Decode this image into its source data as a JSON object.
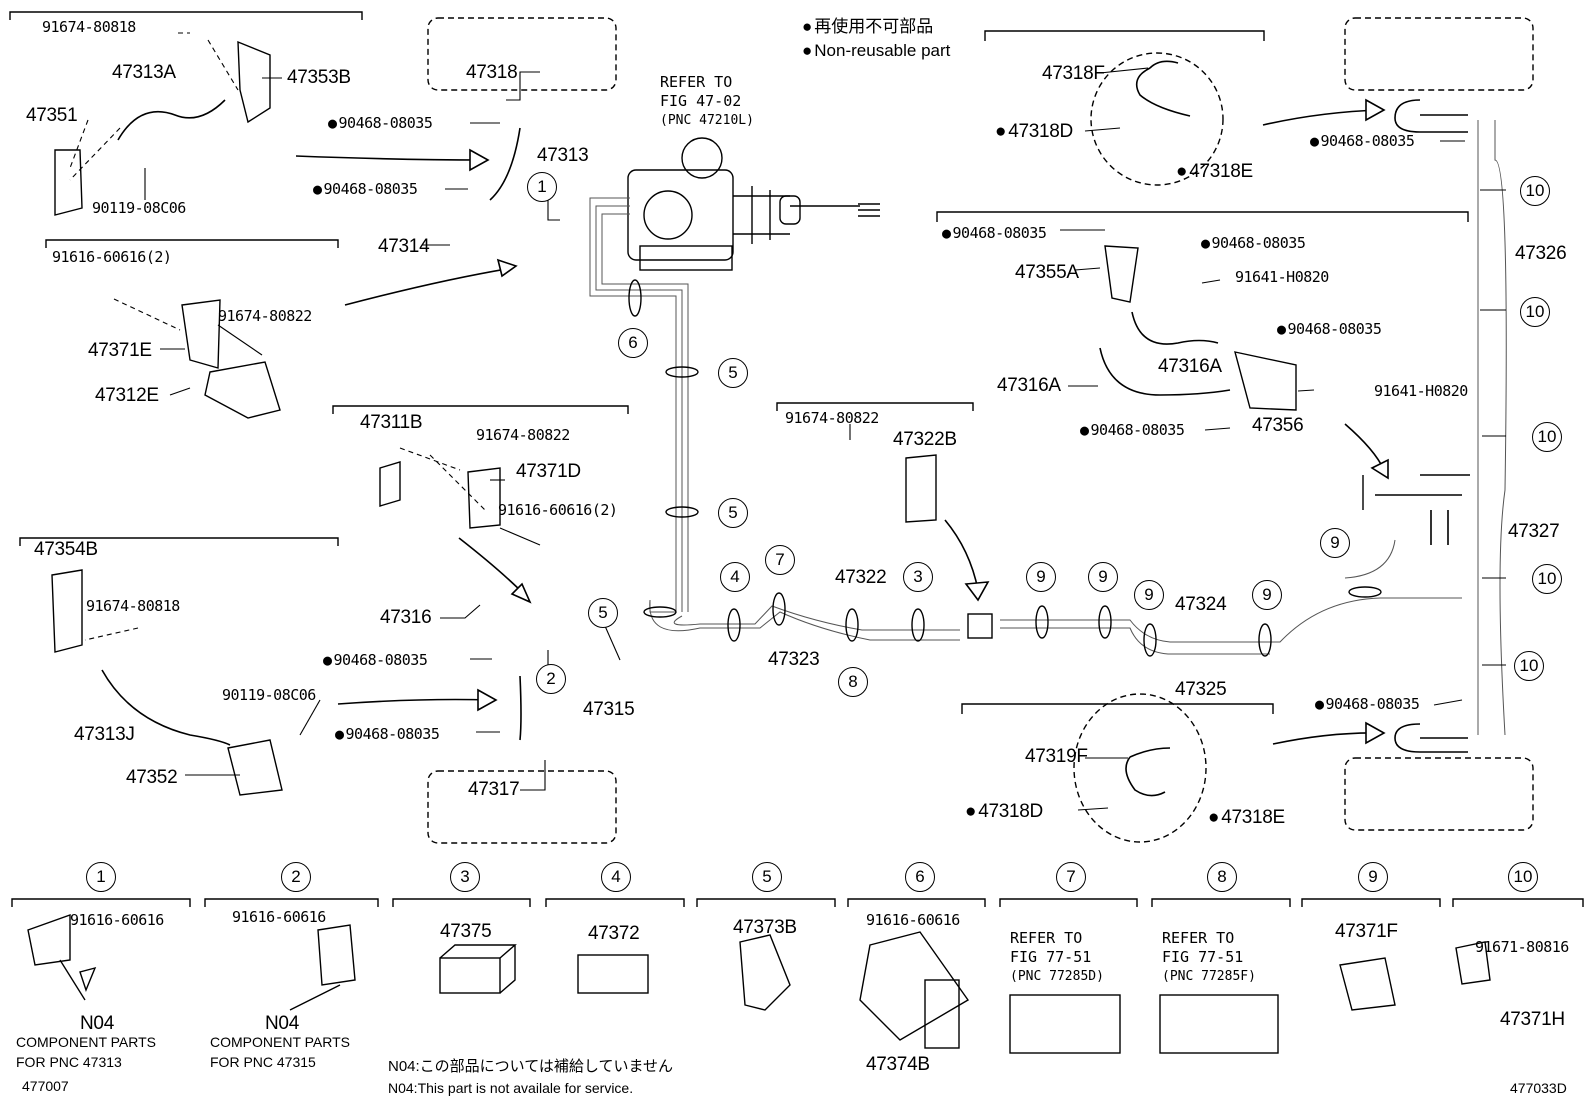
{
  "legend": {
    "japanese": "再使用不可部品",
    "english": "Non-reusable part"
  },
  "refer_fig_47_02": {
    "line1": "REFER TO",
    "line2": "FIG 47-02",
    "line3": "(PNC 47210L)"
  },
  "refer_fig_77_51_d": {
    "line1": "REFER TO",
    "line2": "FIG 77-51",
    "line3": "(PNC 77285D)"
  },
  "refer_fig_77_51_f": {
    "line1": "REFER TO",
    "line2": "FIG 77-51",
    "line3": "(PNC 77285F)"
  },
  "parts": {
    "p91674_80818_a": "91674-80818",
    "p47353B": "47353B",
    "p47313A": "47313A",
    "p47351": "47351",
    "p90119_08C06_a": "90119-08C06",
    "p47318": "47318",
    "p90468_a": "90468-08035",
    "p90468_b": "90468-08035",
    "p47313": "47313",
    "p47314": "47314",
    "p91616_60616_2a": "91616-60616(2)",
    "p91674_80822_a": "91674-80822",
    "p47371E": "47371E",
    "p47312E": "47312E",
    "p47311B": "47311B",
    "p91674_80822_b": "91674-80822",
    "p47371D": "47371D",
    "p91616_60616_2b": "91616-60616(2)",
    "p47354B": "47354B",
    "p91674_80818_b": "91674-80818",
    "p47316": "47316",
    "p90468_c": "90468-08035",
    "p90119_08C06_b": "90119-08C06",
    "p47313J": "47313J",
    "p90468_d": "90468-08035",
    "p47352": "47352",
    "p47317": "47317",
    "p47315": "47315",
    "p47318F": "47318F",
    "p47318D_a": "47318D",
    "p47318E_a": "47318E",
    "p90468_e": "90468-08035",
    "p47326": "47326",
    "p90468_f": "90468-08035",
    "p90468_g": "90468-08035",
    "p47355A": "47355A",
    "p91641_H0820_a": "91641-H0820",
    "p90468_h": "90468-08035",
    "p47316A_a": "47316A",
    "p47316A_b": "47316A",
    "p91641_H0820_b": "91641-H0820",
    "p90468_i": "90468-08035",
    "p47356": "47356",
    "p91674_80822_c": "91674-80822",
    "p47322B": "47322B",
    "p47322": "47322",
    "p47323": "47323",
    "p47324": "47324",
    "p47325": "47325",
    "p47327": "47327",
    "p90468_j": "90468-08035",
    "p47319F": "47319F",
    "p47318D_b": "47318D",
    "p47318E_b": "47318E"
  },
  "callouts": {
    "c1": "1",
    "c2": "2",
    "c3": "3",
    "c4": "4",
    "c5": "5",
    "c6": "6",
    "c7": "7",
    "c8": "8",
    "c9": "9",
    "c10": "10"
  },
  "bottom": {
    "b1_num": "1",
    "b1_part": "91616-60616",
    "b1_code": "N04",
    "b1_note1": "COMPONENT PARTS",
    "b1_note2": "FOR PNC 47313",
    "b2_num": "2",
    "b2_part": "91616-60616",
    "b2_code": "N04",
    "b2_note1": "COMPONENT PARTS",
    "b2_note2": "FOR PNC 47315",
    "b3_num": "3",
    "b3_part": "47375",
    "b4_num": "4",
    "b4_part": "47372",
    "b5_num": "5",
    "b5_part": "47373B",
    "b6_num": "6",
    "b6_part": "91616-60616",
    "b6_part2": "47374B",
    "b7_num": "7",
    "b8_num": "8",
    "b9_num": "9",
    "b9_part": "47371F",
    "b10_num": "10",
    "b10_part": "91671-80816",
    "b10_part2": "47371H"
  },
  "footer": {
    "code_left": "477007",
    "n04_jp": "N04:この部品については補給していません",
    "n04_en": "N04:This part is not availale for service.",
    "code_right": "477033D"
  }
}
